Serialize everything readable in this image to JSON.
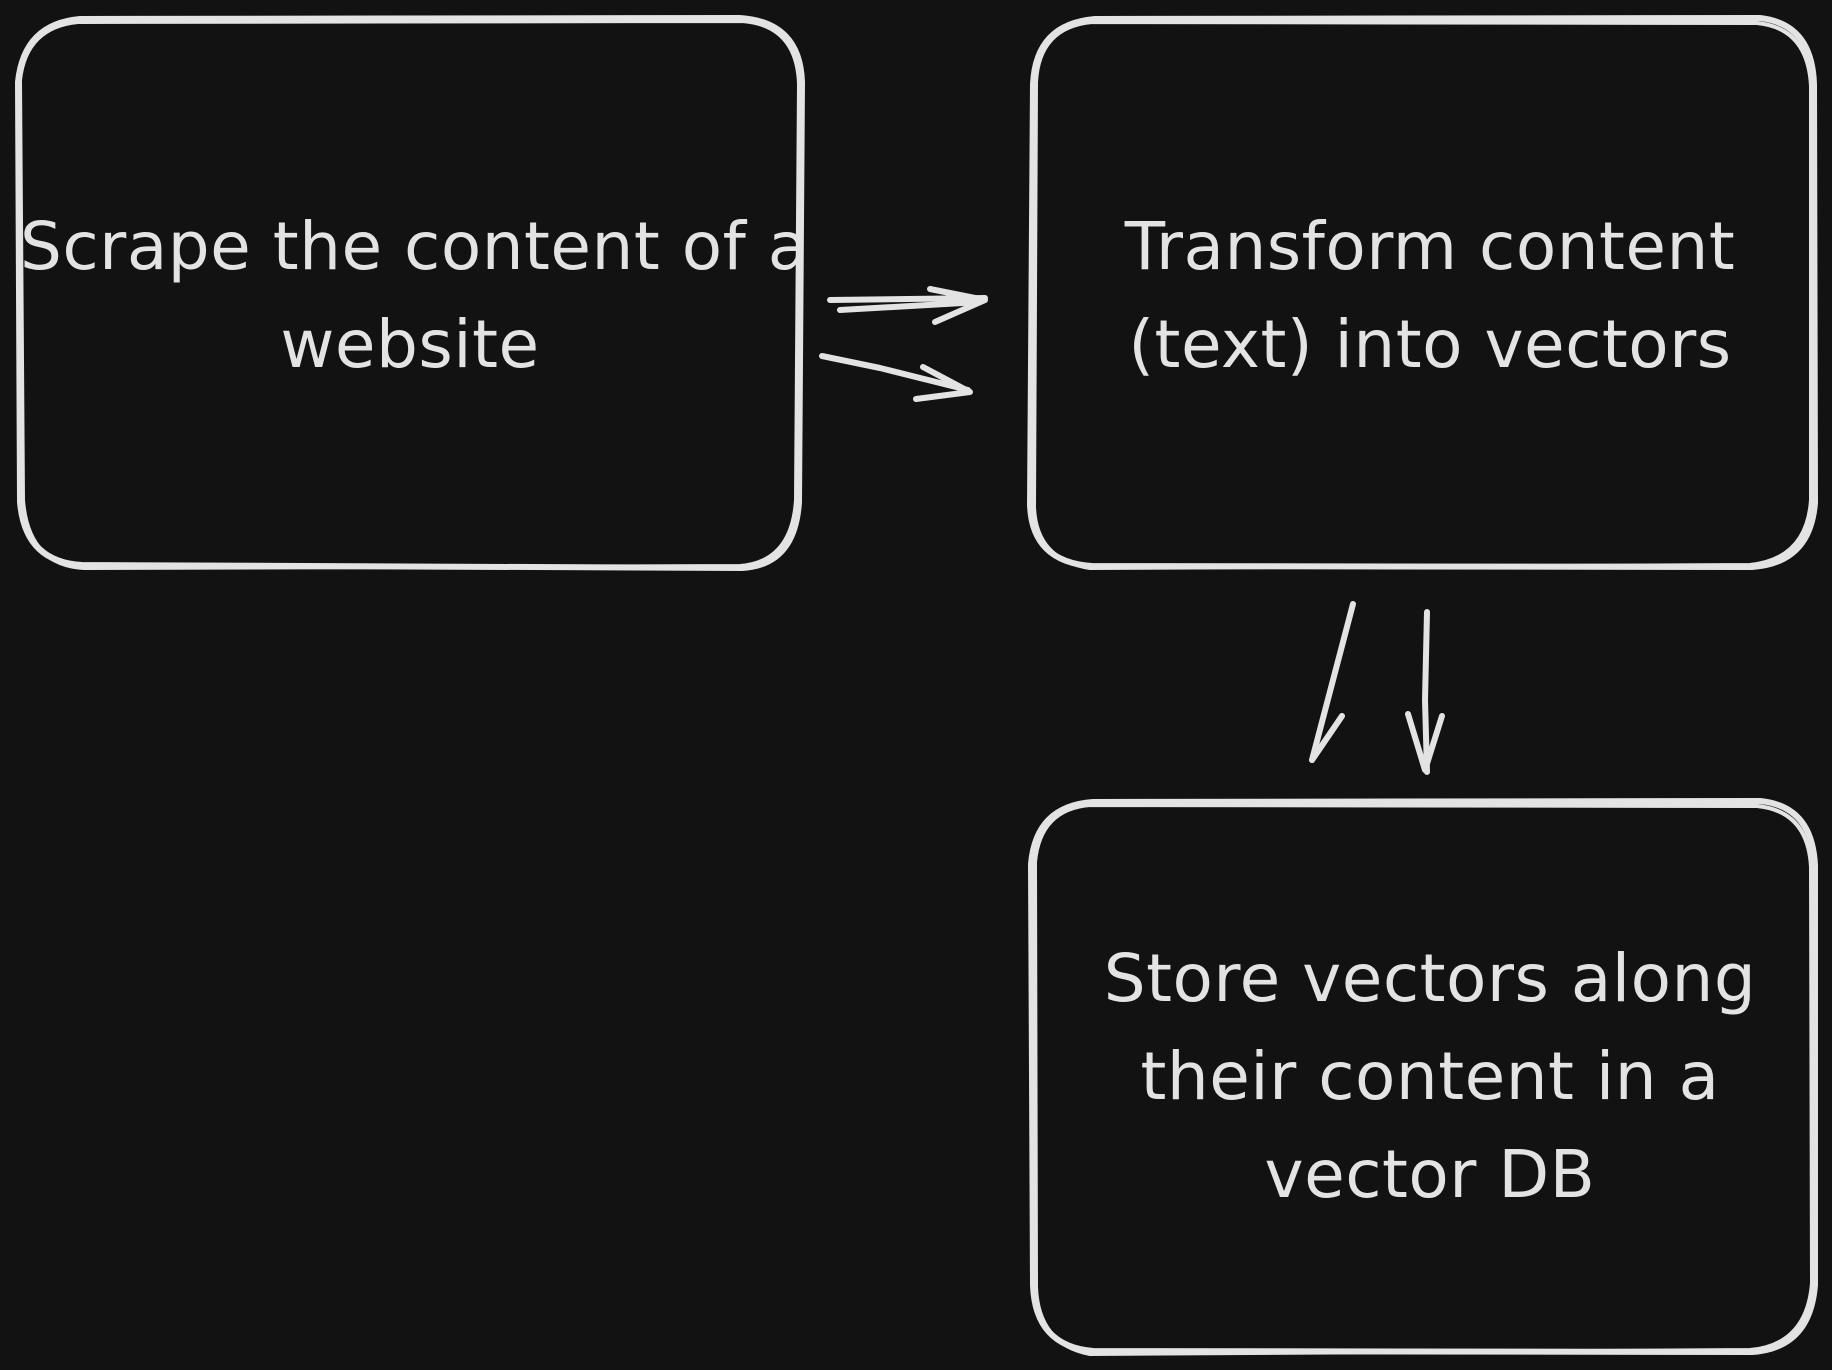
{
  "colors": {
    "background": "#121212",
    "stroke": "#e3e3e3",
    "text": "#e3e3e3"
  },
  "nodes": [
    {
      "id": "scrape",
      "lines": [
        "Scrape the content of a",
        "website"
      ]
    },
    {
      "id": "transform",
      "lines": [
        "Transform content",
        "(text) into vectors"
      ]
    },
    {
      "id": "store",
      "lines": [
        "Store vectors along",
        "their content in a",
        "vector DB"
      ]
    }
  ],
  "edges": [
    {
      "from": "scrape",
      "to": "transform"
    },
    {
      "from": "transform",
      "to": "store"
    }
  ]
}
